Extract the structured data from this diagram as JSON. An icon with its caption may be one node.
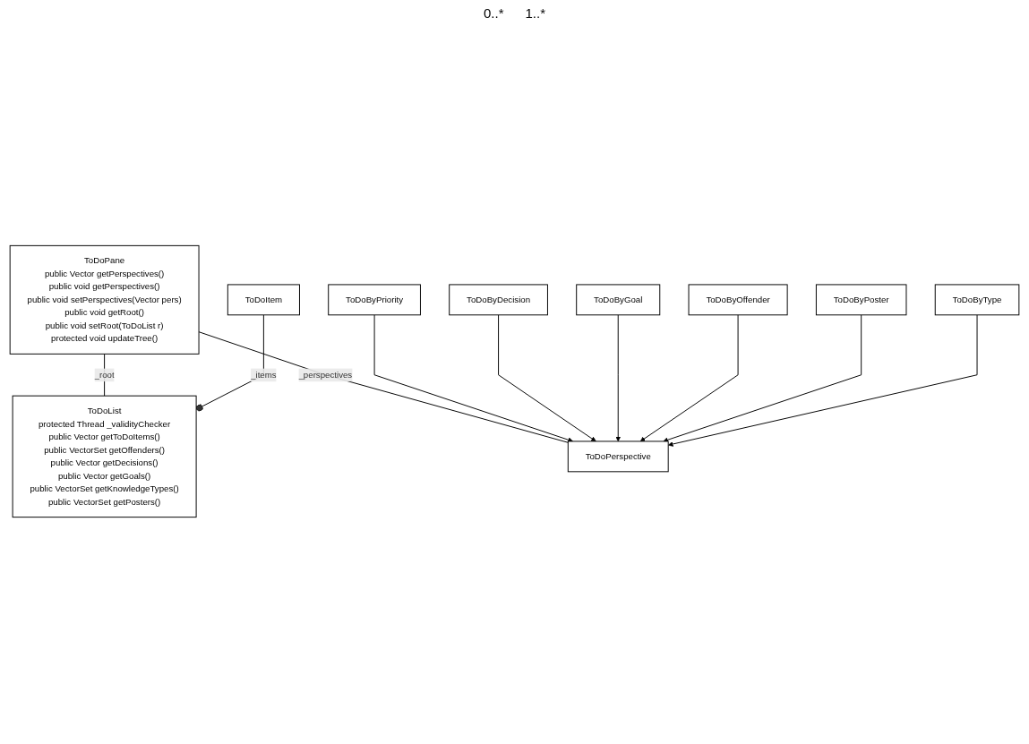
{
  "diagram": {
    "nodes": [
      {
        "text": [
          "ToDoPane",
          "public Vector getPerspectives()",
          "public void getPerspectives()",
          "public void setPerspectives(Vector pers)",
          "public void getRoot()",
          "public void setRoot(ToDoList r)",
          "protected void updateTree()"
        ]
      },
      {
        "text": [
          "ToDoList",
          "protected Thread _validityChecker",
          "public Vector getToDoItems()",
          "public VectorSet getOffenders()",
          "public Vector getDecisions()",
          "public Vector getGoals()",
          "public VectorSet getKnowledgeTypes()",
          "public VectorSet getPosters()"
        ]
      },
      {
        "text": [
          "ToDoItem"
        ]
      },
      {
        "text": [
          "ToDoPerspective"
        ]
      },
      {
        "text": [
          "ToDoByPriority"
        ]
      },
      {
        "text": [
          "ToDoByDecision"
        ]
      },
      {
        "text": [
          "ToDoByGoal"
        ]
      },
      {
        "text": [
          "ToDoByOffender"
        ]
      },
      {
        "text": [
          "ToDoByPoster"
        ]
      },
      {
        "text": [
          "ToDoByType"
        ]
      }
    ],
    "edges": [
      {
        "from": 0,
        "to": 1,
        "arrow": "none",
        "label": "_root"
      },
      {
        "from": 2,
        "to": 1,
        "arrow": "other",
        "label": "_items"
      },
      {
        "from": 0,
        "to": 3,
        "arrow": "none",
        "label": "_perspectives"
      },
      {
        "from": 4,
        "to": 3,
        "arrow": "to"
      },
      {
        "from": 5,
        "to": 3,
        "arrow": "to"
      },
      {
        "from": 6,
        "to": 3,
        "arrow": "to"
      },
      {
        "from": 7,
        "to": 3,
        "arrow": "to"
      },
      {
        "from": 8,
        "to": 3,
        "arrow": "to"
      },
      {
        "from": 9,
        "to": 3,
        "arrow": "to"
      }
    ],
    "labels": [
      "0..*",
      "1..*"
    ]
  }
}
